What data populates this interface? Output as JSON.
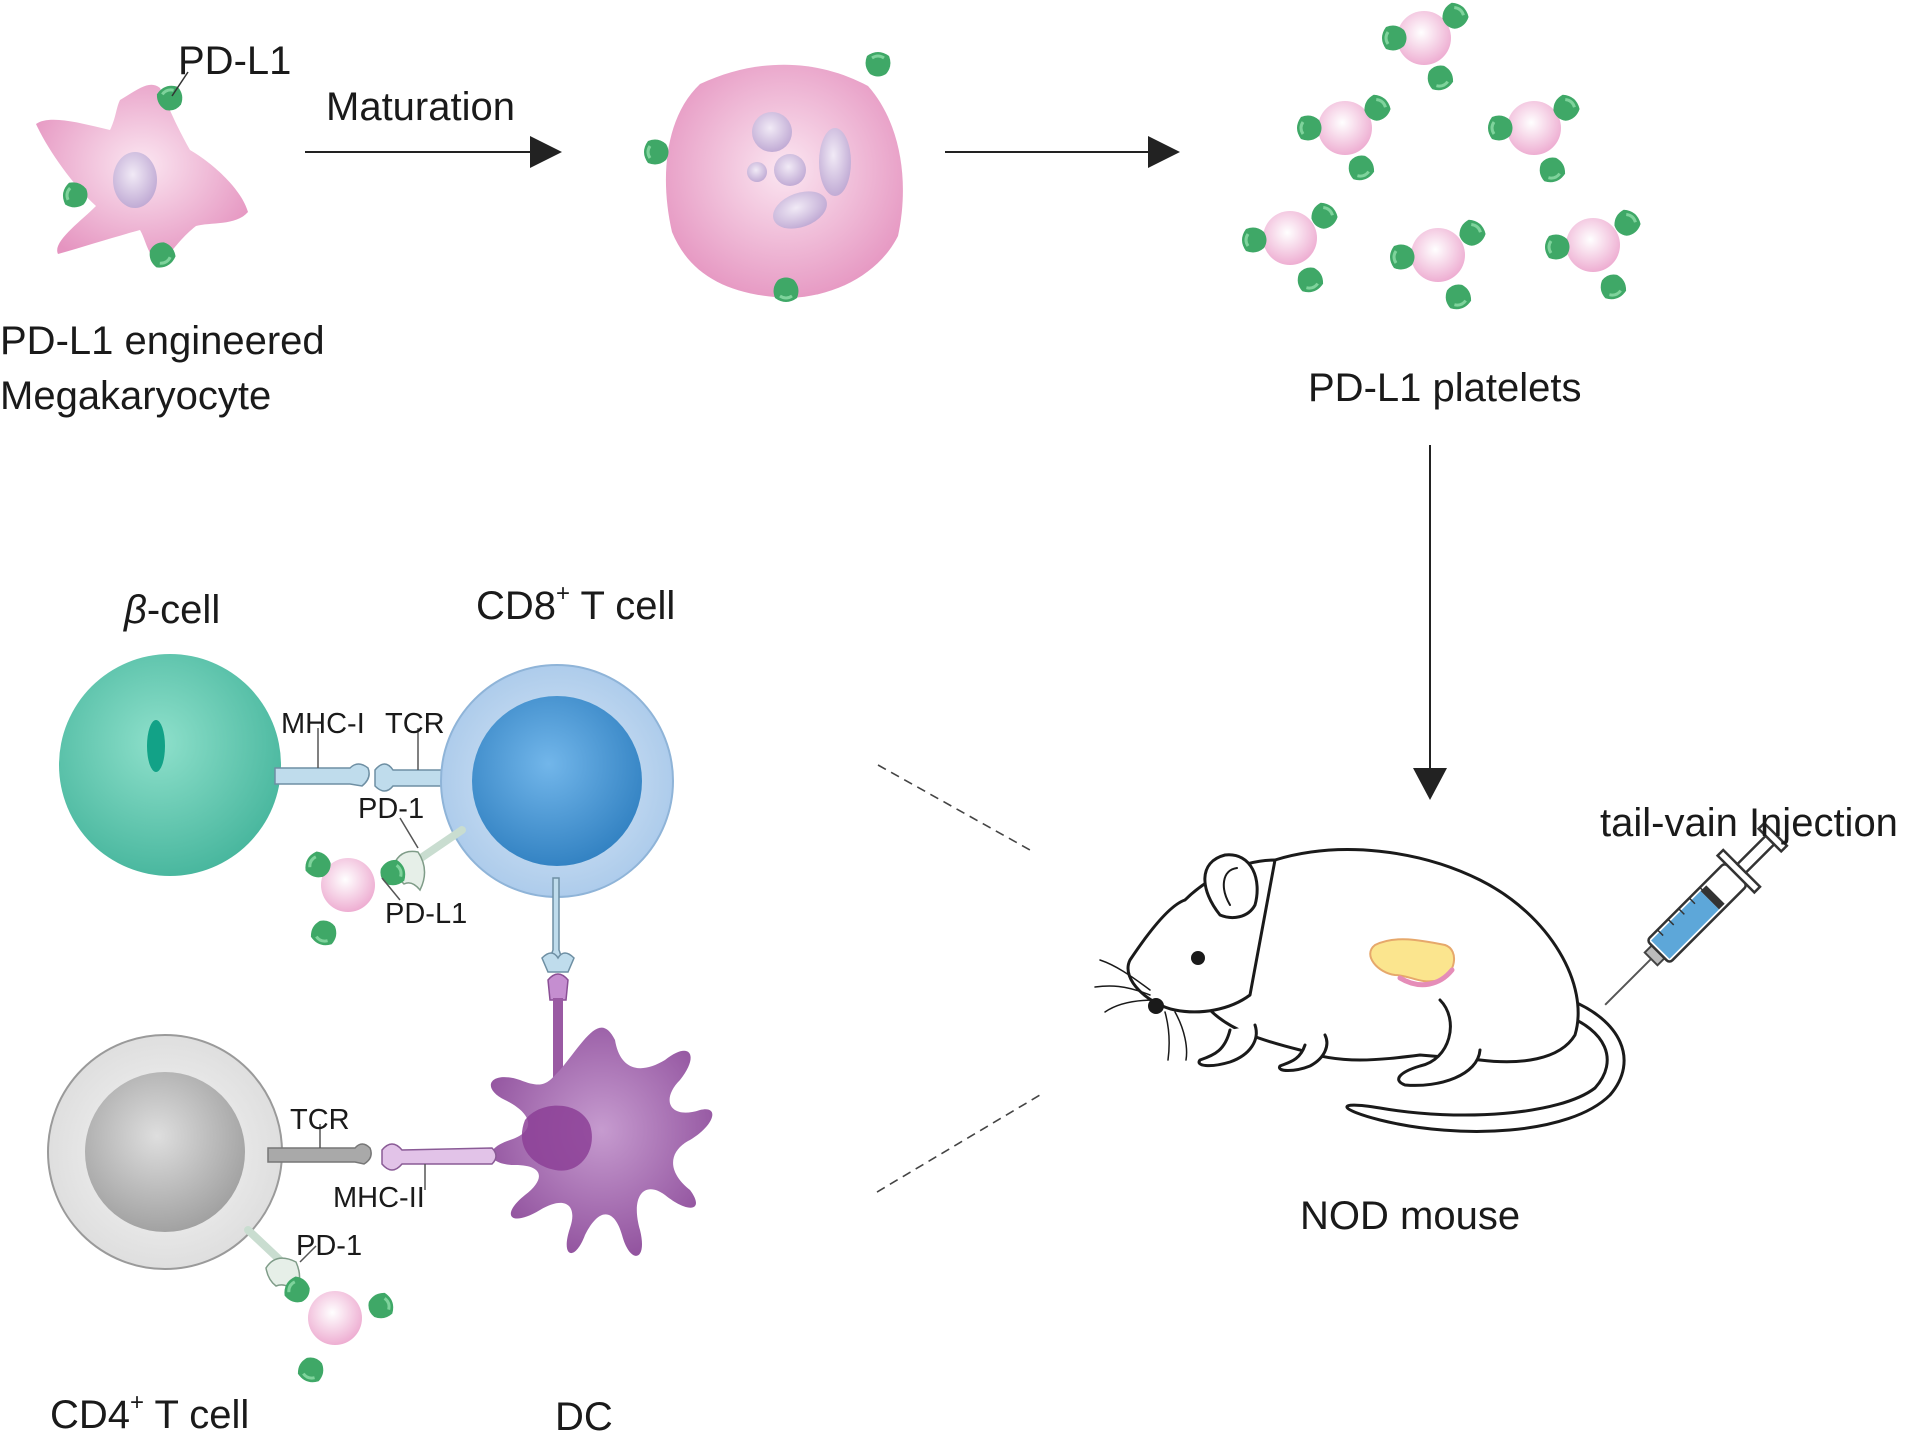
{
  "labels": {
    "pdl1_top": "PD-L1",
    "maturation": "Maturation",
    "engineered_line1": "PD-L1 engineered",
    "engineered_line2": "Megakaryocyte",
    "platelets": "PD-L1 platelets",
    "beta_symbol": "β",
    "beta_suffix": "-cell",
    "cd8_prefix": "CD8",
    "cd8_sup": "+",
    "cd8_suffix": " T cell",
    "mhc1": "MHC-I",
    "tcr_top": "TCR",
    "pd1_top": "PD-1",
    "pdl1_mid": "PD-L1",
    "tcr_bottom": "TCR",
    "mhc2": "MHC-II",
    "pd1_bottom": "PD-1",
    "cd4_prefix": "CD4",
    "cd4_sup": "+",
    "cd4_suffix": " T cell",
    "dc": "DC",
    "injection": "tail-vain Injection",
    "mouse": "NOD mouse"
  },
  "colors": {
    "megakaryocyte": "#eaa6c8",
    "platelet": "#f3c7e0",
    "pdl1_ligand": "#3fa867",
    "beta_cell": "#5cc4ad",
    "cd8_cell": "#5b9fd6",
    "cd4_cell": "#a9a9a9",
    "dc": "#9a5aa3"
  }
}
